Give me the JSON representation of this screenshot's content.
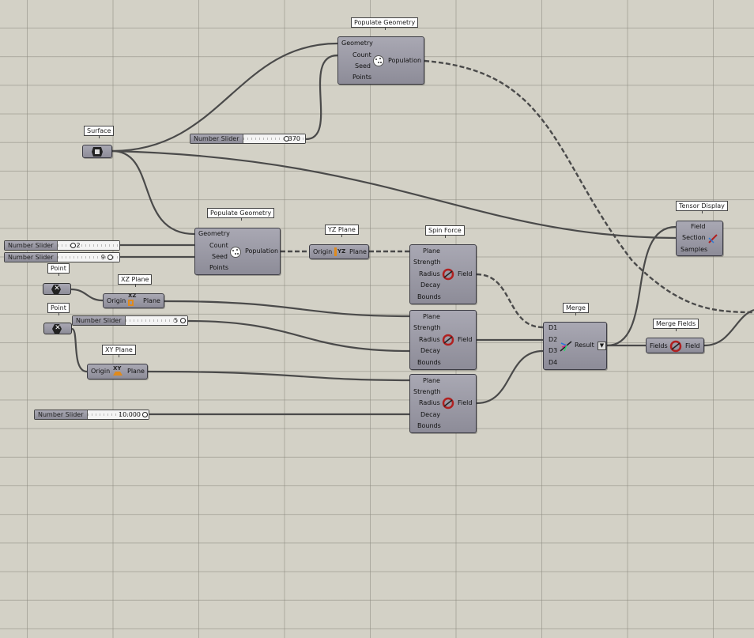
{
  "canvas": {
    "background": "#d3d1c6",
    "grid_color": "#8c8a80",
    "wire_color": "#4a4a4a"
  },
  "components": {
    "populate_top": {
      "tag": "Populate Geometry",
      "inputs": [
        "Geometry",
        "Count",
        "Seed",
        "Points"
      ],
      "output": "Population"
    },
    "populate_mid": {
      "tag": "Populate Geometry",
      "inputs": [
        "Geometry",
        "Count",
        "Seed",
        "Points"
      ],
      "output": "Population"
    },
    "surface": {
      "tag": "Surface"
    },
    "slider_370": {
      "label": "Number Slider",
      "value": "370"
    },
    "slider_2": {
      "label": "Number Slider",
      "value": "2"
    },
    "slider_9": {
      "label": "Number Slider",
      "value": "9"
    },
    "slider_5": {
      "label": "Number Slider",
      "value": "5"
    },
    "slider_10": {
      "label": "Number Slider",
      "value": "10.000"
    },
    "yz_plane": {
      "tag": "YZ Plane",
      "input": "Origin",
      "output": "Plane",
      "icon_text": "YZ"
    },
    "xz_plane": {
      "tag": "XZ Plane",
      "input": "Origin",
      "output": "Plane",
      "icon_text": "XZ"
    },
    "xy_plane": {
      "tag": "XY Plane",
      "input": "Origin",
      "output": "Plane",
      "icon_text": "XY"
    },
    "point1": {
      "tag": "Point"
    },
    "point2": {
      "tag": "Point"
    },
    "spin_force": {
      "tag": "Spin Force",
      "inputs": [
        "Plane",
        "Strength",
        "Radius",
        "Decay",
        "Bounds"
      ],
      "output": "Field"
    },
    "force2": {
      "inputs": [
        "Plane",
        "Strength",
        "Radius",
        "Decay",
        "Bounds"
      ],
      "output": "Field"
    },
    "force3": {
      "inputs": [
        "Plane",
        "Strength",
        "Radius",
        "Decay",
        "Bounds"
      ],
      "output": "Field"
    },
    "merge": {
      "tag": "Merge",
      "inputs": [
        "D1",
        "D2",
        "D3",
        "D4"
      ],
      "output": "Result"
    },
    "merge_fields": {
      "tag": "Merge Fields",
      "input": "Fields",
      "output": "Field"
    },
    "tensor_display": {
      "tag": "Tensor Display",
      "inputs": [
        "Field",
        "Section",
        "Samples"
      ]
    }
  }
}
